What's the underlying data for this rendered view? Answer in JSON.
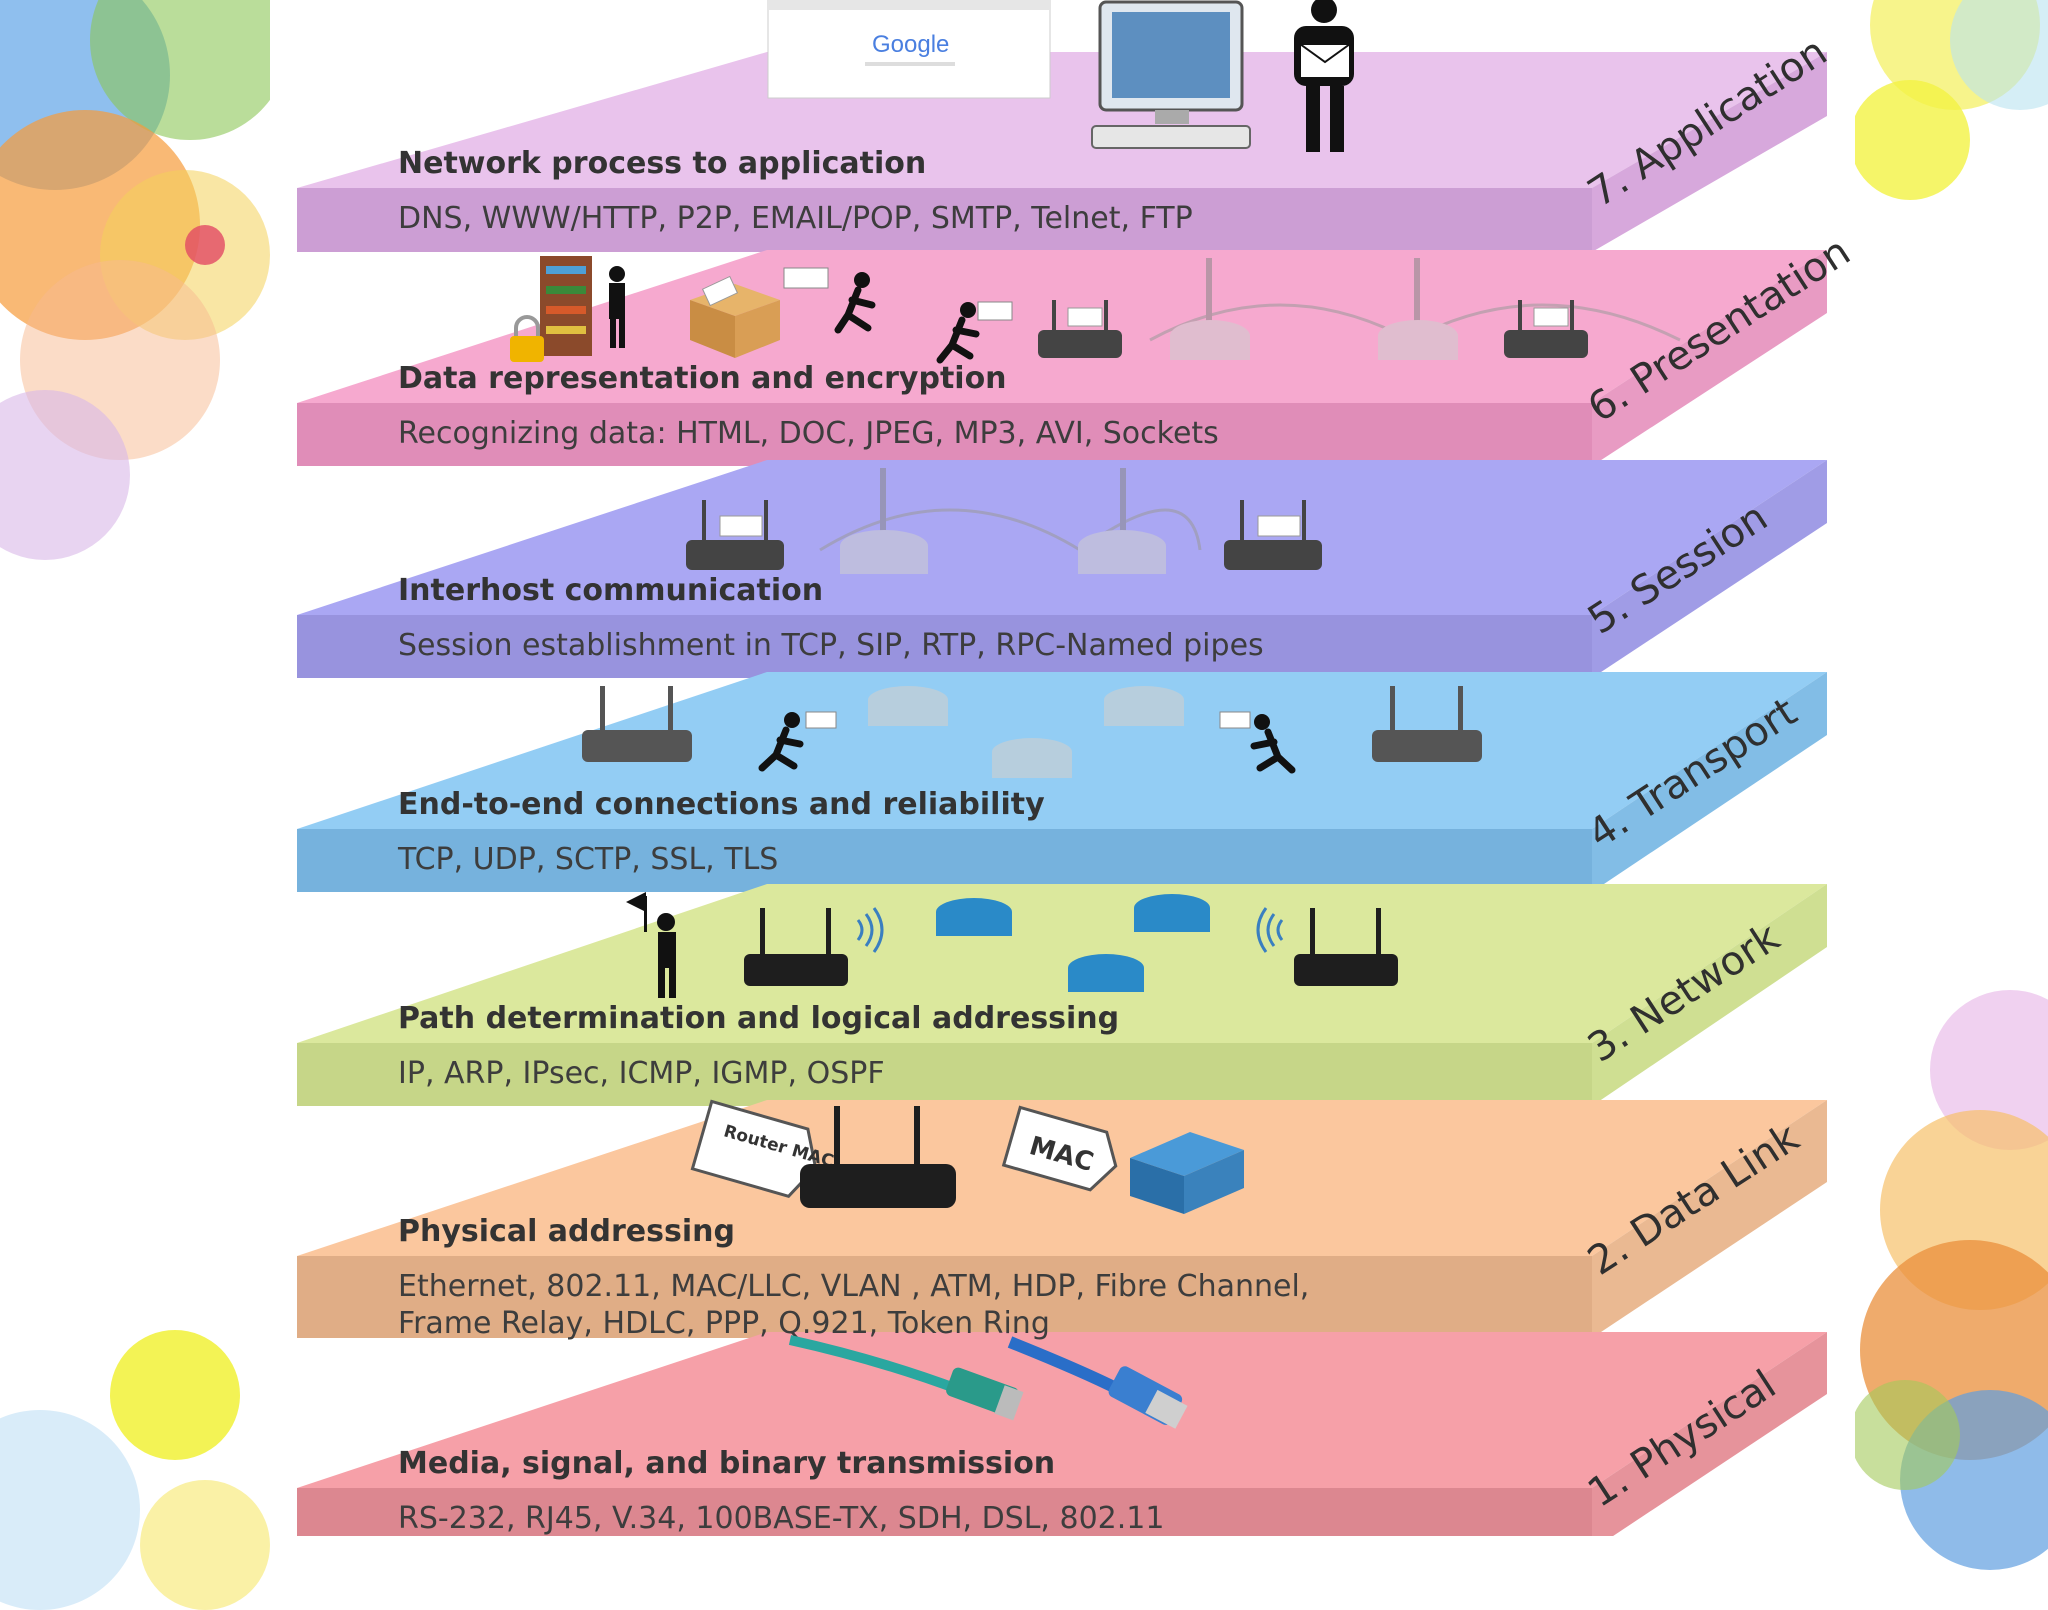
{
  "layers": [
    {
      "name": "7. Application",
      "title": "Network process to application",
      "protocols": "DNS, WWW/HTTP, P2P, EMAIL/POP, SMTP, Telnet, FTP",
      "colors": {
        "top": "#e9c3ec",
        "front": "#cc9ed4",
        "side": "#d7a8dc"
      }
    },
    {
      "name": "6. Presentation",
      "title": "Data representation and encryption",
      "protocols": "Recognizing data: HTML, DOC, JPEG, MP3, AVI, Sockets",
      "colors": {
        "top": "#f6a9cf",
        "front": "#e08db8",
        "side": "#e89bc3"
      }
    },
    {
      "name": "5. Session",
      "title": "Interhost communication",
      "protocols": "Session establishment in TCP, SIP, RTP, RPC-Named pipes",
      "colors": {
        "top": "#aaa7f3",
        "front": "#9893de",
        "side": "#a09ce6"
      }
    },
    {
      "name": "4. Transport",
      "title": "End-to-end connections and reliability",
      "protocols": "TCP, UDP, SCTP, SSL, TLS",
      "colors": {
        "top": "#93cdf4",
        "front": "#76b2dd",
        "side": "#82bde6"
      }
    },
    {
      "name": "3. Network",
      "title": "Path determination and logical addressing",
      "protocols": "IP, ARP, IPsec, ICMP, IGMP, OSPF",
      "colors": {
        "top": "#dbe89d",
        "front": "#c6d688",
        "side": "#cfdf92"
      }
    },
    {
      "name": "2. Data Link",
      "title": "Physical addressing",
      "protocols": "Ethernet, 802.11, MAC/LLC, VLAN , ATM, HDP, Fibre Channel,\nFrame Relay, HDLC,  PPP, Q.921, Token Ring",
      "colors": {
        "top": "#fbc79e",
        "front": "#e0ad86",
        "side": "#eab992"
      }
    },
    {
      "name": "1. Physical",
      "title": "Media, signal, and binary transmission",
      "protocols": "RS-232, RJ45, V.34, 100BASE-TX, SDH, DSL, 802.11",
      "colors": {
        "top": "#f6a0a8",
        "front": "#dc8790",
        "side": "#e6939b"
      }
    }
  ],
  "labels": {
    "google_logo": "Google",
    "router_mac_tag": "Router MAC",
    "mac_tag": "MAC"
  },
  "icons": [
    "google-browser-window",
    "desktop-computer",
    "mail-carrier-person",
    "bookcase-person",
    "padlock",
    "open-box",
    "running-courier",
    "router",
    "server-bridge",
    "wifi-waves",
    "switch",
    "fiber-optic-cable",
    "ethernet-cable",
    "flag-person"
  ]
}
